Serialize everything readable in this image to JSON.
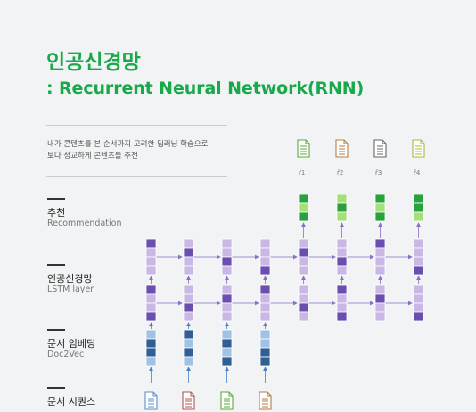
{
  "title": {
    "line1": "인공신경망",
    "line2": ": Recurrent Neural Network(RNN)"
  },
  "description": {
    "line1": "내가 콘텐츠를 본 순서까지 고려한 딥러닝 학습으로",
    "line2": "보다 정교하게 콘텐츠를 추천"
  },
  "sections": {
    "recommendation": {
      "title": "추천",
      "subtitle": "Recommendation"
    },
    "lstm": {
      "title": "인공신경망",
      "subtitle": "LSTM layer"
    },
    "doc2vec": {
      "title": "문서 임베딩",
      "subtitle": "Doc2Vec"
    },
    "sequence": {
      "title": "문서 시퀀스"
    }
  },
  "output_labels": [
    "r̂1",
    "r̂2",
    "r̂3",
    "r̂4"
  ],
  "colors": {
    "brand_green": "#18a94b",
    "lstm_purple_dark": "#6a4fb0",
    "lstm_purple_light": "#c9b8e6",
    "embed_blue_dark": "#2f5f95",
    "embed_blue_light": "#9fc2e6",
    "output_green_dark": "#27a23c",
    "output_green_light": "#a6df7a",
    "doc_blue": "#5b8fcc",
    "doc_red": "#b15454",
    "doc_green": "#5aa83c",
    "doc_brown": "#b47c45",
    "doc_gray": "#666666",
    "doc_yellowgreen": "#a8b83c"
  },
  "icons": {
    "output_docs": [
      "doc-green-icon",
      "doc-brown-icon",
      "doc-gray-icon",
      "doc-yellowgreen-icon"
    ],
    "input_docs": [
      "doc-blue-icon",
      "doc-red-icon",
      "doc-green-icon",
      "doc-brown-icon"
    ]
  }
}
